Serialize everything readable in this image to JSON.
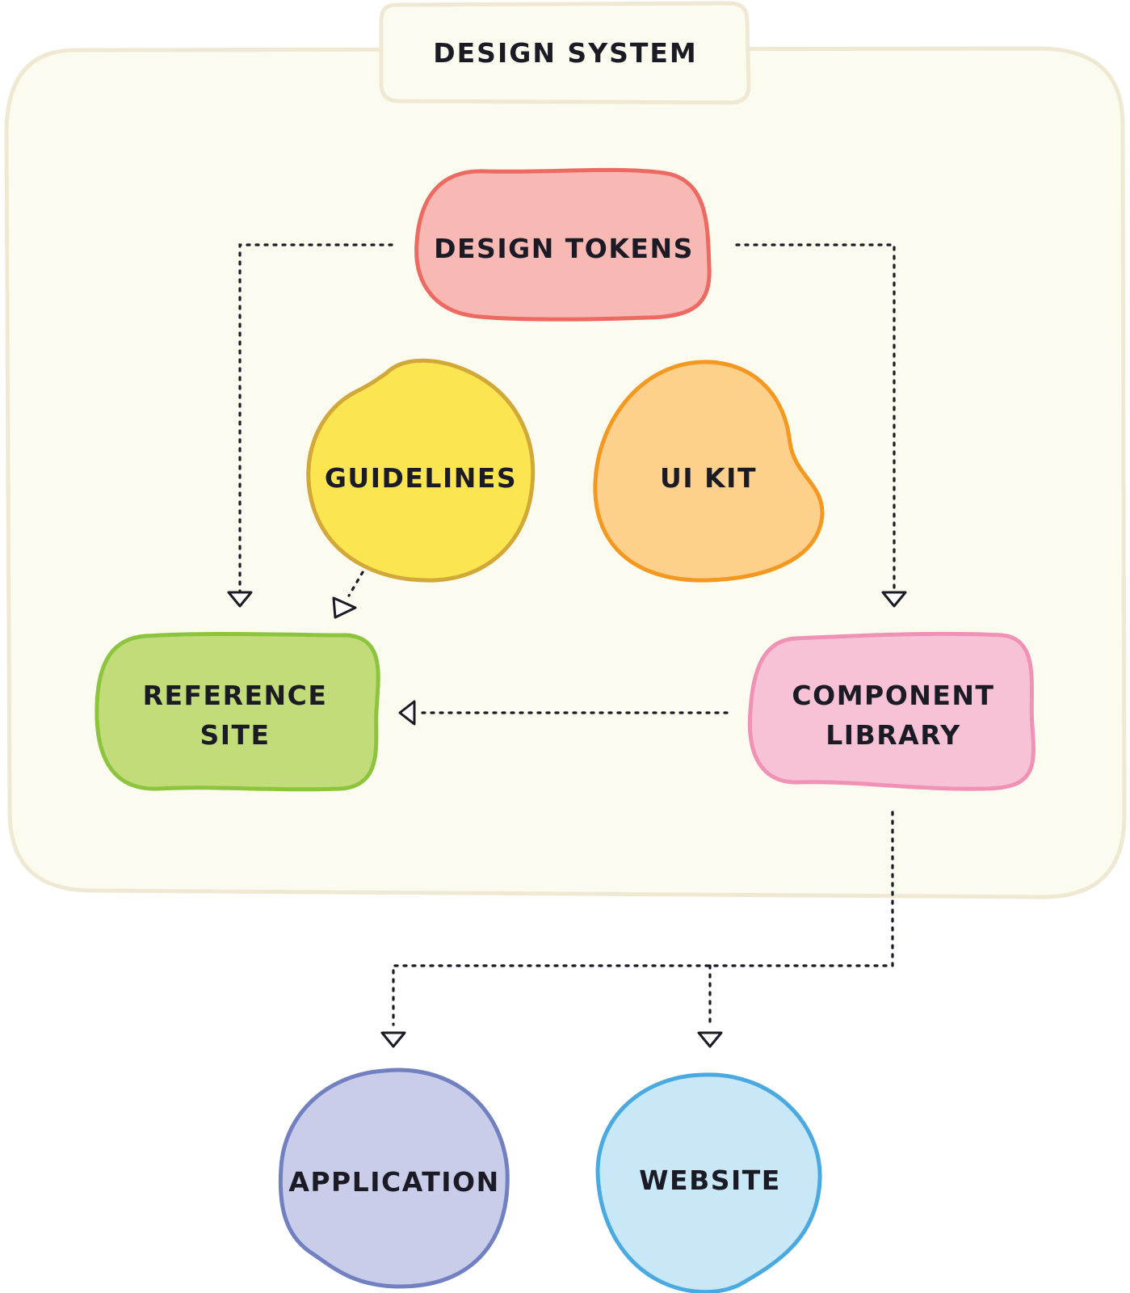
{
  "container": {
    "title": "DESIGN SYSTEM",
    "fill": "#fcfbef",
    "stroke": "#efe9d3"
  },
  "nodes": {
    "design_tokens": {
      "label": "DESIGN TOKENS",
      "fill": "#f8b8b4",
      "stroke": "#ed6a63"
    },
    "guidelines": {
      "label": "GUIDELINES",
      "fill": "#fbe652",
      "stroke": "#d2a838"
    },
    "ui_kit": {
      "label": "UI KIT",
      "fill": "#fdd08c",
      "stroke": "#f5981f"
    },
    "reference_site": {
      "label_lines": [
        "REFERENCE",
        "SITE"
      ],
      "fill": "#c2dc7a",
      "stroke": "#8dc43d"
    },
    "component_library": {
      "label_lines": [
        "COMPONENT",
        "LIBRARY"
      ],
      "fill": "#f8c2d6",
      "stroke": "#ef92b6"
    },
    "application": {
      "label": "APPLICATION",
      "fill": "#c9cde9",
      "stroke": "#7180c0"
    },
    "website": {
      "label": "WEBSITE",
      "fill": "#c8e8f8",
      "stroke": "#4aa9e0"
    }
  },
  "connector_color": "#1b1b25"
}
